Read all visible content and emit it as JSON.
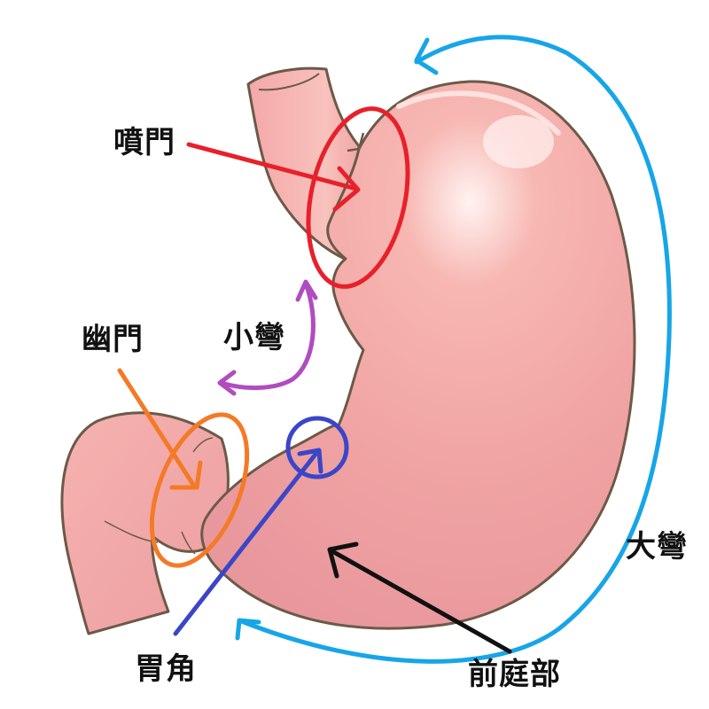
{
  "title": "Stomach anatomy diagram",
  "labels": {
    "cardia": "噴門",
    "lesser_curvature": "小彎",
    "pylorus": "幽門",
    "greater_curvature": "大彎",
    "angular_incisure": "胃角",
    "antrum": "前庭部"
  },
  "colors": {
    "stomach_fill": "#f2a4a4",
    "stomach_highlight": "#fde6e4",
    "stomach_outline": "#6b5a48",
    "cardia_marker": "#e8202a",
    "pylorus_marker": "#f47a26",
    "angle_marker": "#3a46c8",
    "lesser_curvature_marker": "#b04cc0",
    "greater_curvature_marker": "#17a5e8",
    "antrum_marker": "#111111",
    "label_text": "#111111"
  },
  "icons": {
    "organ": "stomach-illustration"
  }
}
